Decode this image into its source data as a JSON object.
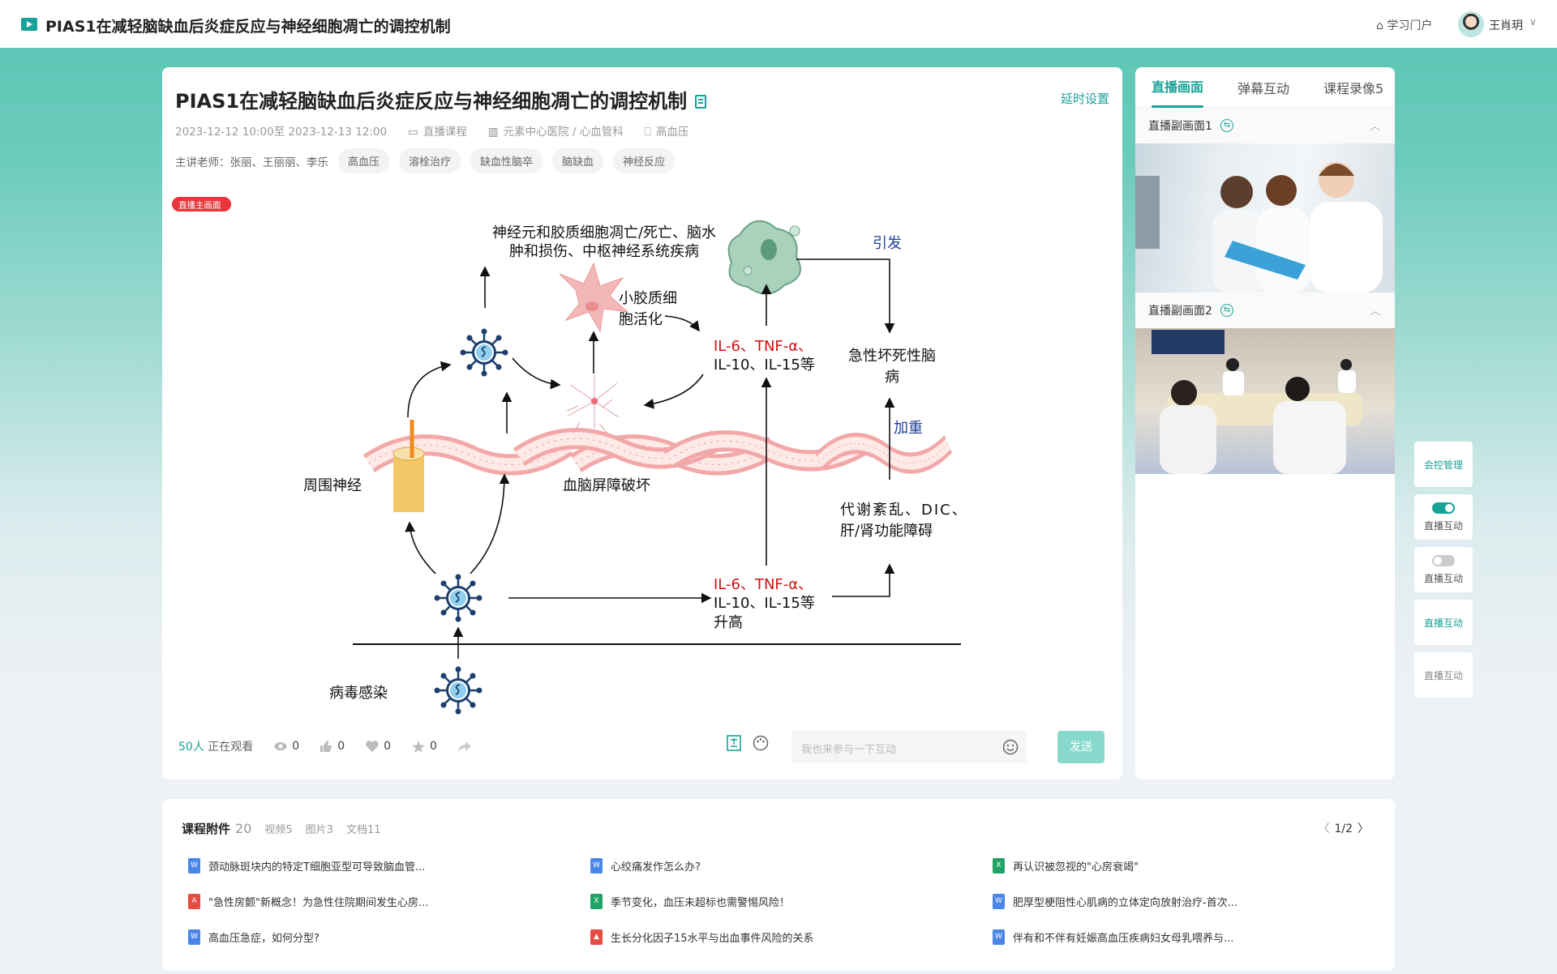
{
  "header": {
    "title": "PIAS1在减轻脑缺血后炎症反应与神经细胞凋亡的调控机制",
    "portal": "学习门户",
    "user": "王肖玥"
  },
  "course": {
    "title": "PIAS1在减轻脑缺血后炎症反应与神经细胞凋亡的调控机制",
    "delay_settings": "延时设置",
    "time": "2023-12-12 10:00至 2023-12-13 12:00",
    "type": "直播课程",
    "org": "元素中心医院 / 心血管科",
    "category": "高血压",
    "teachers": "主讲老师：张丽、王丽丽、李乐",
    "tags": [
      "高血压",
      "溶栓治疗",
      "缺血性脑卒",
      "脑缺血",
      "神经反应"
    ]
  },
  "live": {
    "badge": "直播主画面"
  },
  "diagram": {
    "t1": "神经元和胶质细胞凋亡/死亡、脑水",
    "t2": "肿和损伤、中枢神经系统疾病",
    "trigger": "引发",
    "mg1": "小胶质细",
    "mg2": "胞活化",
    "il_a1": "IL-6、TNF-α、",
    "il_b1": "IL-10、IL-15等",
    "acute1": "急性坏死性脑",
    "acute2": "病",
    "worsen": "加重",
    "nerve": "周围神经",
    "bbb": "血脑屏障破坏",
    "meta1": "代谢紊乱、DIC、",
    "meta2": "肝/肾功能障碍",
    "il_a2": "IL-6、TNF-α、",
    "il_b2": "IL-10、IL-15等",
    "il_c2": "升高",
    "virus": "病毒感染"
  },
  "footer": {
    "watch_count": "50人",
    "watch_label": "正在观看",
    "views": "0",
    "likes": "0",
    "hearts": "0",
    "stars": "0",
    "input_placeholder": "我也来参与一下互动",
    "send": "发送"
  },
  "right": {
    "tabs": [
      "直播画面",
      "弹幕互动",
      "课程录像5"
    ],
    "sub1": "直播副画面1",
    "sub2": "直播副画面2"
  },
  "side": [
    "会控管理",
    "直播互动",
    "直播互动",
    "直播互动",
    "直播互动"
  ],
  "attachments": {
    "title": "课程附件",
    "count": "20",
    "filters": [
      "视频5",
      "图片3",
      "文档11"
    ],
    "page": "1/2",
    "files": [
      {
        "type": "word",
        "name": "颈动脉斑块内的特定T细胞亚型可导致脑血管..."
      },
      {
        "type": "word",
        "name": "心绞痛发作怎么办?"
      },
      {
        "type": "excel",
        "name": "再认识被忽视的\"心房衰竭\""
      },
      {
        "type": "pdf",
        "name": "\"急性房颤\"新概念！为急性住院期间发生心房..."
      },
      {
        "type": "excel",
        "name": "季节变化，血压未超标也需警惕风险！"
      },
      {
        "type": "word",
        "name": "肥厚型梗阻性心肌病的立体定向放射治疗-首次..."
      },
      {
        "type": "word",
        "name": "高血压急症，如何分型?"
      },
      {
        "type": "image",
        "name": "生长分化因子15水平与出血事件风险的关系"
      },
      {
        "type": "word",
        "name": "伴有和不伴有妊娠高血压疾病妇女母乳喂养与..."
      }
    ]
  },
  "colors": {
    "accent": "#17a398",
    "red": "#e02020",
    "blue": "#1f3f9a",
    "word": "#4a86e8",
    "excel": "#21a366",
    "pdf": "#e54d42"
  }
}
